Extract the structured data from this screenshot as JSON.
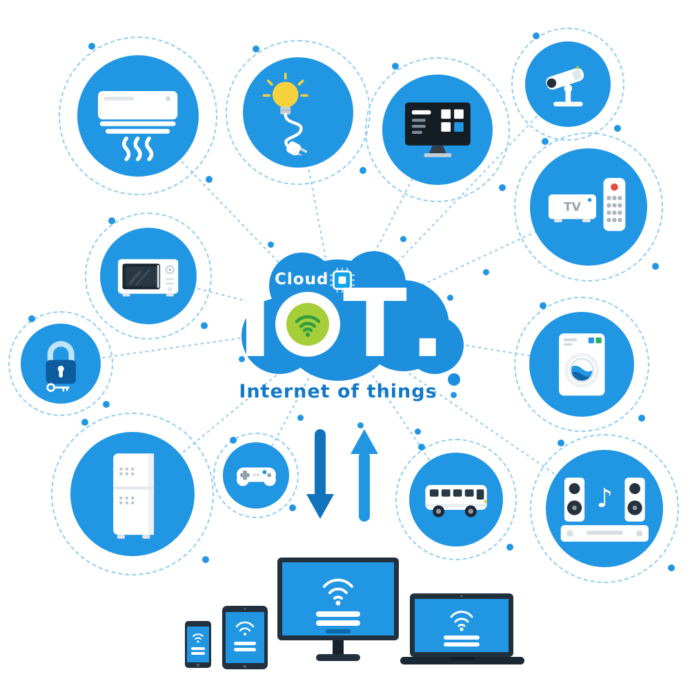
{
  "center": {
    "cloud_label": "Cloud",
    "brand_i": "I",
    "brand_t": "T",
    "brand_period": ".",
    "subtitle": "Internet of things",
    "chip_icon": "chip-icon",
    "wifi_icon": "wifi-icon"
  },
  "nodes": [
    {
      "name": "air-conditioner",
      "icon": "air-conditioner-icon"
    },
    {
      "name": "light-bulb-plug",
      "icon": "light-bulb-icon"
    },
    {
      "name": "smart-tv",
      "icon": "smart-tv-icon"
    },
    {
      "name": "security-camera",
      "icon": "security-camera-icon"
    },
    {
      "name": "tv-box-remote",
      "icon": "tv-box-icon",
      "label": "TV"
    },
    {
      "name": "washing-machine",
      "icon": "washing-machine-icon"
    },
    {
      "name": "audio-system",
      "icon": "audio-system-icon"
    },
    {
      "name": "bus",
      "icon": "bus-icon"
    },
    {
      "name": "game-controller",
      "icon": "game-controller-icon"
    },
    {
      "name": "refrigerator",
      "icon": "refrigerator-icon"
    },
    {
      "name": "smart-lock",
      "icon": "padlock-icon"
    },
    {
      "name": "microwave",
      "icon": "microwave-icon"
    }
  ],
  "devices": [
    {
      "name": "smartphone",
      "icon": "wifi-icon"
    },
    {
      "name": "tablet",
      "icon": "wifi-icon"
    },
    {
      "name": "desktop-monitor",
      "icon": "wifi-icon"
    },
    {
      "name": "laptop",
      "icon": "wifi-icon"
    }
  ],
  "misc": {
    "audio_note_glyph": "♪"
  },
  "colors": {
    "accent": "#2196e3",
    "cloud_blue": "#1d8fdd",
    "dark_blue": "#0f66a9",
    "navy": "#22303e",
    "green": "#a6ce39",
    "wifi_green": "#2f9e41",
    "yellow": "#f6d33c",
    "subtitle_blue": "#1478c8",
    "ring_blue": "#8ecdf2"
  }
}
